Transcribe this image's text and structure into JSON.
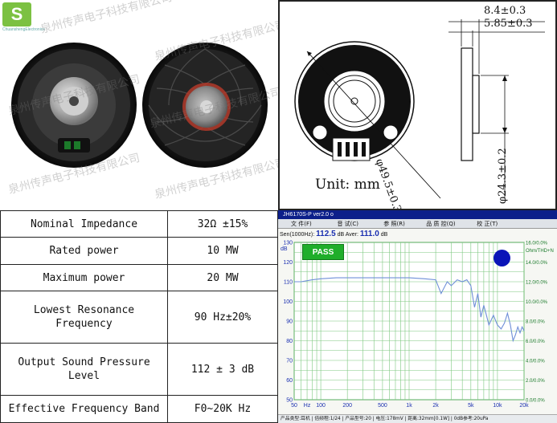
{
  "photo": {
    "logo_letter": "S",
    "logo_brand": "ChuanshengElectronics",
    "watermark_text": "泉州传声电子科技有限公司"
  },
  "drawing": {
    "thickness_outer": "8.4±0.3",
    "thickness_inner": "5.85±0.3",
    "diameter_outer": "φ49.5±0.3",
    "diameter_inner": "φ24.3±0.2",
    "unit": "Unit: mm"
  },
  "specs": [
    {
      "param": "Nominal Impedance",
      "value": "32Ω ±15%"
    },
    {
      "param": "Rated power",
      "value": "10 MW"
    },
    {
      "param": "Maximum power",
      "value": "20 MW"
    },
    {
      "param": "Lowest Resonance Frequency",
      "value": "90 Hz±20%"
    },
    {
      "param": "Output Sound Pressure Level",
      "value": "112 ± 3 dB"
    },
    {
      "param": "Effective Frequency Band",
      "value": "F0~20K Hz"
    }
  ],
  "measurement": {
    "window_title": "JH6170S-P  ver2.0  o",
    "menu": [
      "文 件(F)",
      "音 试(C)",
      "参 照(R)",
      "品 质 控(Q)",
      "校 正(T)",
      ""
    ],
    "sens_label": "Sen(1000Hz):",
    "sens_value": "112.5",
    "aver_label": "dB    Aver:",
    "aver_value": "111.0",
    "aver_unit": "dB",
    "pass_label": "PASS",
    "bottom_text": "产品类型:耳机 | 倍频程:1/24 | 产品型号:20 | 电压:178mV | 距离:32mm[0.1W] | 0dB参考:20uPa",
    "left_axis_unit": "dB",
    "right_axis_unit": "Ohm/THD+N",
    "left_ticks": [
      "130",
      "120",
      "110",
      "100",
      "90",
      "80",
      "70",
      "60",
      "50"
    ],
    "right_ticks": [
      "16.0/0.0%",
      "14.0/0.0%",
      "12.0/0.0%",
      "10.0/0.0%",
      "8.0/0.0%",
      "6.0/0.0%",
      "4.0/0.0%",
      "2.0/0.0%",
      "0.0/0.0%"
    ],
    "x_ticks": [
      "50",
      "Hz",
      "100",
      "200",
      "500",
      "1k",
      "2k",
      "5k",
      "10k",
      "20k"
    ]
  },
  "chart_data": {
    "type": "line",
    "title": "",
    "xlabel": "Hz",
    "ylabel": "dB",
    "xscale": "log",
    "xlim": [
      50,
      20000
    ],
    "ylim": [
      50,
      130
    ],
    "grid": true,
    "series": [
      {
        "color": "#6f8fd8",
        "x": [
          50,
          60,
          80,
          100,
          150,
          200,
          300,
          500,
          700,
          1000,
          1500,
          2000,
          2300,
          2700,
          3000,
          3500,
          4000,
          4500,
          5000,
          5500,
          6000,
          6500,
          7000,
          7500,
          8000,
          9000,
          10000,
          11000,
          12000,
          13000,
          14000,
          15000,
          16000,
          17000,
          18000,
          19000,
          20000
        ],
        "y": [
          110,
          110,
          111,
          111.5,
          112,
          112,
          112,
          112,
          112,
          112,
          111.5,
          111,
          104,
          110,
          108,
          111,
          110,
          111,
          108,
          97,
          104,
          92,
          98,
          93,
          88,
          93,
          88,
          86,
          89,
          94,
          88,
          80,
          83,
          87,
          84,
          87,
          85
        ]
      }
    ]
  }
}
